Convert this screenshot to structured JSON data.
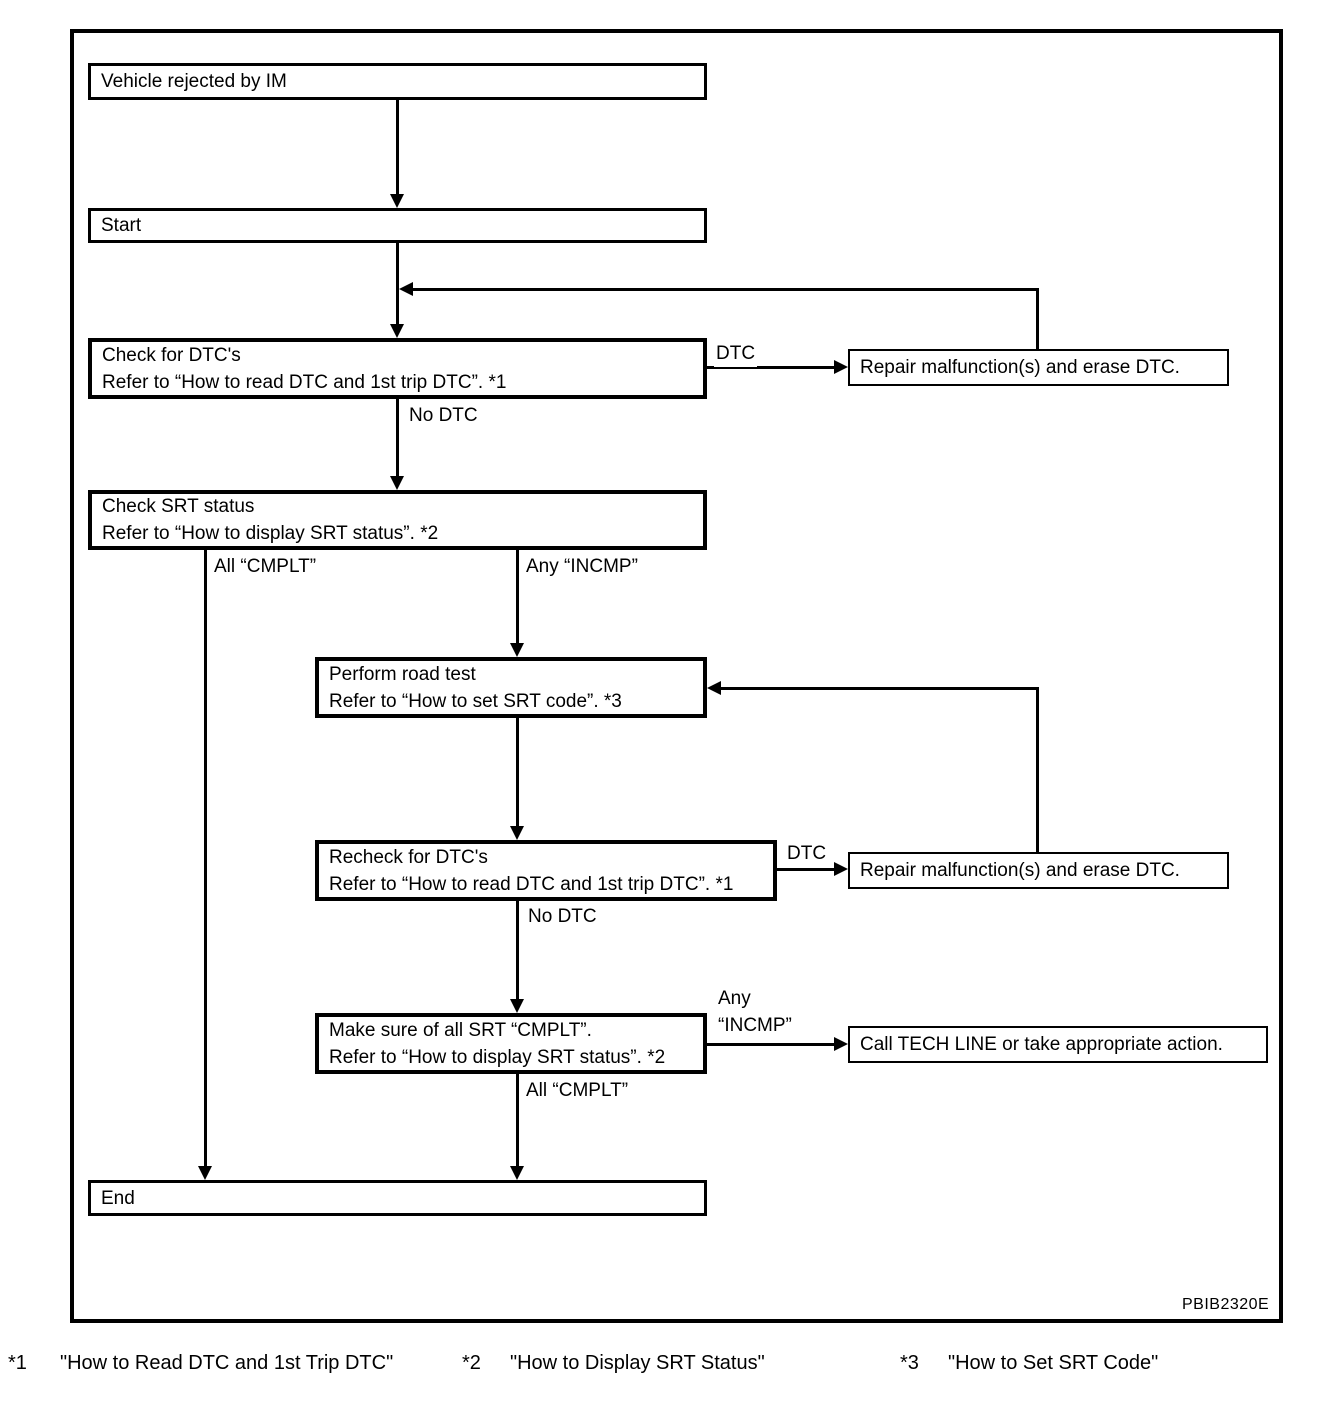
{
  "diagram": {
    "image_code": "PBIB2320E",
    "nodes": {
      "vehicle_rejected": {
        "line1": "Vehicle rejected by IM"
      },
      "start": {
        "line1": "Start"
      },
      "check_dtc": {
        "line1": "Check for DTC's",
        "line2": "Refer to “How to read DTC and 1st trip DTC”. *1"
      },
      "repair_erase_1": {
        "line1": "Repair malfunction(s) and erase DTC."
      },
      "check_srt": {
        "line1": "Check SRT status",
        "line2": "Refer to “How to display SRT status”. *2"
      },
      "road_test": {
        "line1": "Perform road test",
        "line2": "Refer to “How to set SRT code”. *3"
      },
      "recheck_dtc": {
        "line1": "Recheck for DTC's",
        "line2": "Refer to “How to read DTC and 1st trip DTC”. *1"
      },
      "repair_erase_2": {
        "line1": "Repair malfunction(s) and erase DTC."
      },
      "make_sure_srt": {
        "line1": "Make sure of all SRT “CMPLT”.",
        "line2": "Refer to “How to display SRT status”. *2"
      },
      "call_tech_line": {
        "line1": "Call TECH LINE or take appropriate action."
      },
      "end": {
        "line1": "End"
      }
    },
    "edge_labels": {
      "dtc_1": "DTC",
      "no_dtc_1": "No DTC",
      "all_cmplt_1": "All “CMPLT”",
      "any_incmp_1": "Any “INCMP”",
      "dtc_2": "DTC",
      "no_dtc_2": "No DTC",
      "any_incmp_2_line1": "Any",
      "any_incmp_2_line2": "“INCMP”",
      "all_cmplt_2": "All “CMPLT”"
    },
    "footnotes": [
      {
        "ref": "*1",
        "text": "\"How to Read DTC and 1st Trip DTC\""
      },
      {
        "ref": "*2",
        "text": "\"How to Display SRT Status\""
      },
      {
        "ref": "*3",
        "text": "\"How to Set SRT Code\""
      }
    ]
  }
}
